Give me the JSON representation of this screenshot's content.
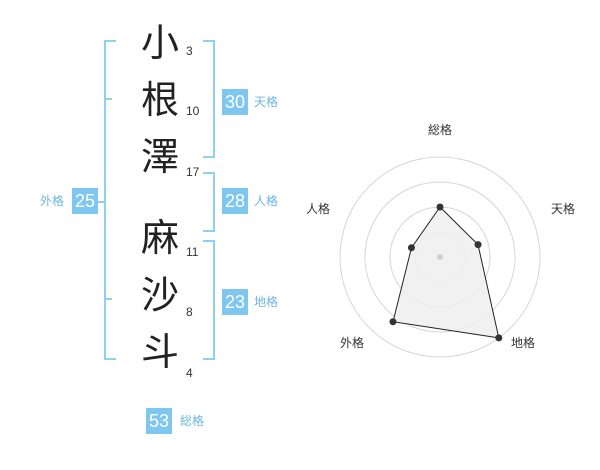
{
  "name": {
    "characters": [
      {
        "char": "小",
        "strokes": "3"
      },
      {
        "char": "根",
        "strokes": "10"
      },
      {
        "char": "澤",
        "strokes": "17"
      },
      {
        "char": "麻",
        "strokes": "11"
      },
      {
        "char": "沙",
        "strokes": "8"
      },
      {
        "char": "斗",
        "strokes": "4"
      }
    ]
  },
  "fortune": {
    "tenkaku": {
      "value": "30",
      "label": "天格"
    },
    "jinkaku": {
      "value": "28",
      "label": "人格"
    },
    "chikaku": {
      "value": "23",
      "label": "地格"
    },
    "gaikaku": {
      "value": "25",
      "label": "外格"
    },
    "soukaku": {
      "value": "53",
      "label": "総格"
    }
  },
  "chart_data": {
    "type": "radar",
    "axes": [
      "総格",
      "天格",
      "地格",
      "外格",
      "人格"
    ],
    "values": [
      2.5,
      2,
      5,
      4,
      1.5
    ],
    "range": [
      0,
      5
    ],
    "rings": 4,
    "colors": {
      "fill": "#efefef",
      "stroke": "#222222",
      "ring": "#d6d6d6",
      "point": "#333333",
      "center": "#cfcfcf"
    }
  },
  "colors": {
    "accent": "#7fc7f0",
    "bracket": "#8fcff2",
    "label": "#6db6e2"
  }
}
